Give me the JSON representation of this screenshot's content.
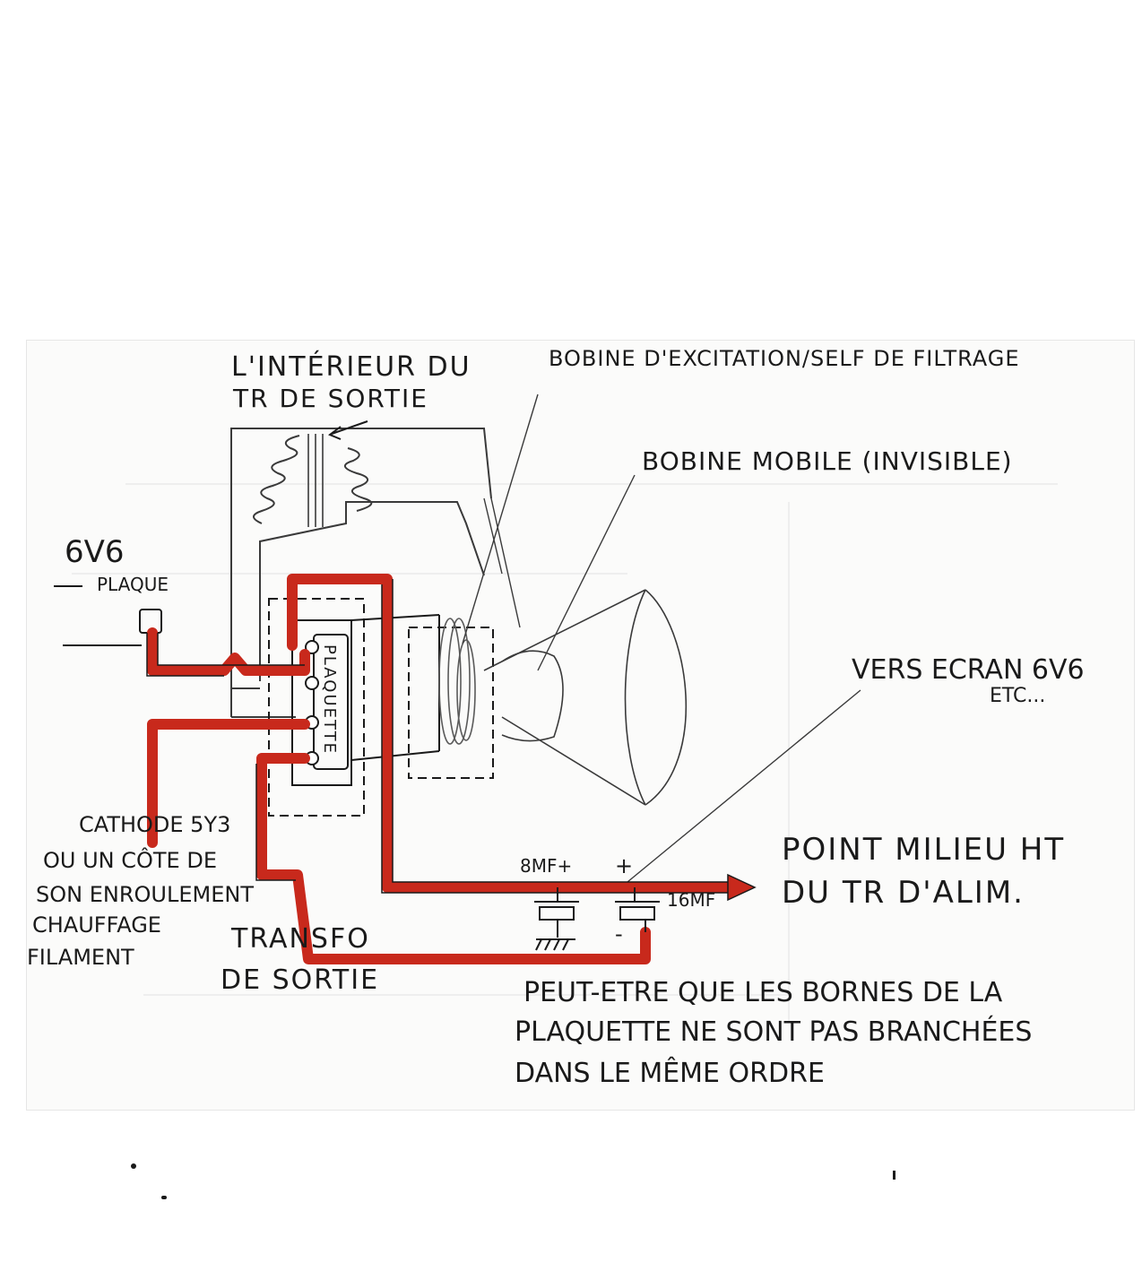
{
  "labels": {
    "interieur": "L'INTÉRIEUR DU",
    "interieur2": "TR DE SORTIE",
    "bobine_excitation": "BOBINE D'EXCITATION/SELF DE FILTRAGE",
    "bobine_mobile": "BOBINE MOBILE (INVISIBLE)",
    "tube": "6V6",
    "plaque": "PLAQUE",
    "plaquette": "PLAQUETTE",
    "vers_ecran": "VERS ECRAN 6V6",
    "etc": "ETC...",
    "cathode1": "CATHODE 5Y3",
    "cathode2": "OU UN CÔTE DE",
    "cathode3": "SON ENROULEMENT",
    "cathode4": "CHAUFFAGE",
    "cathode5": "FILAMENT",
    "transfo1": "TRANSFO",
    "transfo2": "DE SORTIE",
    "cap1": "8MF+",
    "cap2_plus": "+",
    "cap2": "16MF",
    "cap2_minus": "-",
    "point_milieu1": "POINT MILIEU HT",
    "point_milieu2": "DU TR D'ALIM.",
    "note1": "PEUT-ETRE QUE LES BORNES DE LA",
    "note2": "PLAQUETTE NE SONT PAS BRANCHÉES",
    "note3": "DANS LE MÊME ORDRE"
  },
  "colors": {
    "wire_red": "#c8291c",
    "pencil": "#3a3a3a",
    "ink": "#1a1a1a"
  }
}
